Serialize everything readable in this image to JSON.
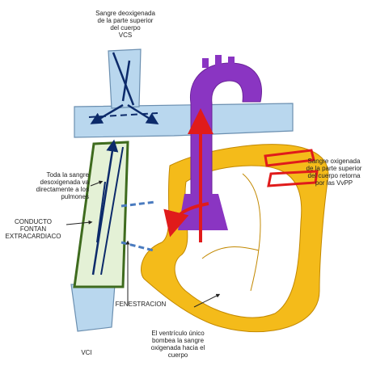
{
  "labels": {
    "vcs": "Sangre deoxigenada\nde la parte superior\ndel cuerpo\nVCS",
    "toda": "Toda la sangre\ndesoxigenada va\ndirectamente a los\npulmones",
    "conducto": "CONDUCTO\nFONTAN\nEXTRACARDIACO",
    "fenestracion": "FENESTRACION",
    "vci": "VCI",
    "ventriculo": "El ventrículo único\nbombea la sangre\noxigenada hacia el\ncuerpo",
    "oxigenada": "Sangre oxigenada\nde la parte superior\ndel cuerpo retorna\npor las VvPP"
  },
  "colors": {
    "vein_fill": "#b9d7ee",
    "vein_stroke": "#6b8fb0",
    "conduit_fill": "#e4f1d6",
    "conduit_stroke": "#3e6b1e",
    "aorta": "#8a35c2",
    "heart": "#f4bb1a",
    "arrow_red": "#e01b1b",
    "arrow_blue": "#0c2a6a",
    "pulm_vein": "#e01b1b"
  }
}
